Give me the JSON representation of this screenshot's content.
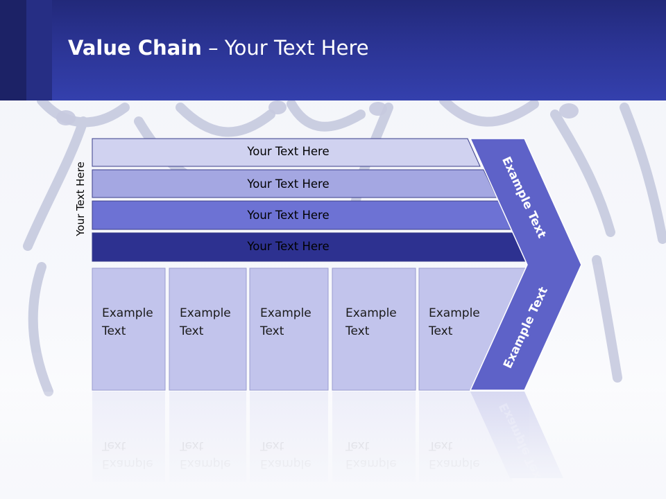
{
  "slide": {
    "title_bold": "Value Chain",
    "title_rest": " – Your Text Here"
  },
  "side_label": "Your Text Here",
  "bars": [
    {
      "label": "Your Text Here",
      "fill": "#d0d2f0",
      "text_color": "#1a1a1a"
    },
    {
      "label": "Your Text Here",
      "fill": "#a4a7e2",
      "text_color": "#1a1a1a"
    },
    {
      "label": "Your Text Here",
      "fill": "#6d72d4",
      "text_color": "#1a1a1a"
    },
    {
      "label": "Your Text Here",
      "fill": "#2d3190",
      "text_color": "#1a1a1a"
    }
  ],
  "boxes": [
    {
      "text": "Example\nText"
    },
    {
      "text": "Example\nText"
    },
    {
      "text": "Example\nText"
    },
    {
      "text": "Example\nText"
    },
    {
      "text": "Example\nText"
    }
  ],
  "chevron": {
    "upper_text": "Example Text",
    "lower_text": "Example Text",
    "fill": "#5e62c8"
  },
  "colors": {
    "header": "#2b3494",
    "box_fill": "#c2c4ec",
    "bar_stroke": "#2a2e80"
  }
}
